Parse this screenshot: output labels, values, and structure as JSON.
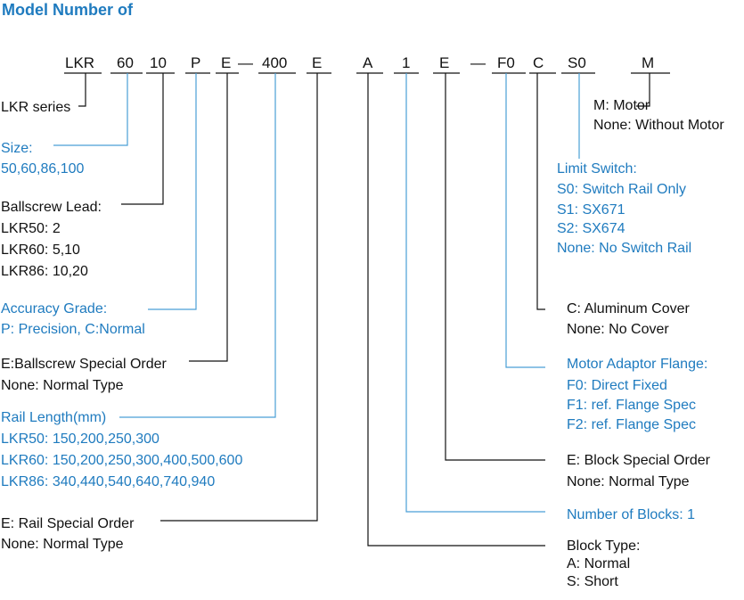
{
  "title": "Model Number of",
  "codes": [
    "LKR",
    "60",
    "10",
    "P",
    "E",
    "—",
    "400",
    "E",
    "A",
    "1",
    "E",
    "—",
    "F0",
    "C",
    "S0",
    "M"
  ],
  "legend": {
    "series": {
      "line1": "LKR series"
    },
    "size": {
      "heading": "Size:",
      "line1": "50,60,86,100"
    },
    "lead": {
      "heading": "Ballscrew Lead:",
      "line1": "LKR50:  2",
      "line2": "LKR60:  5,10",
      "line3": "LKR86:  10,20"
    },
    "accuracy": {
      "heading": "Accuracy Grade:",
      "line1": "P: Precision, C:Normal"
    },
    "ballscrew_special": {
      "line1": "E:Ballscrew Special Order",
      "line2": "None: Normal Type"
    },
    "rail_length": {
      "heading": "Rail Length(mm)",
      "line1": "LKR50: 150,200,250,300",
      "line2": "LKR60: 150,200,250,300,400,500,600",
      "line3": "LKR86: 340,440,540,640,740,940"
    },
    "rail_special": {
      "line1": "E: Rail Special Order",
      "line2": "None: Normal Type"
    },
    "block_type": {
      "heading": "Block Type:",
      "line1": "A: Normal",
      "line2": "S: Short"
    },
    "blocks": {
      "line1": "Number of Blocks: 1"
    },
    "block_special": {
      "line1": "E: Block Special Order",
      "line2": "None: Normal Type"
    },
    "flange": {
      "heading": "Motor Adaptor Flange:",
      "line1": "F0: Direct Fixed",
      "line2": "F1: ref. Flange Spec",
      "line3": "F2: ref. Flange Spec"
    },
    "cover": {
      "line1": "C: Aluminum Cover",
      "line2": "None: No Cover"
    },
    "limit": {
      "heading": "Limit Switch:",
      "line1": "S0: Switch Rail Only",
      "line2": "S1: SX671",
      "line3": "S2: SX674",
      "line4": "None: No Switch Rail"
    },
    "motor": {
      "line1": "M: Motor",
      "line2": "None: Without Motor"
    }
  },
  "colors": {
    "blue": "#1f7bbf",
    "black": "#111111",
    "blue_line": "#4a9fd6"
  }
}
